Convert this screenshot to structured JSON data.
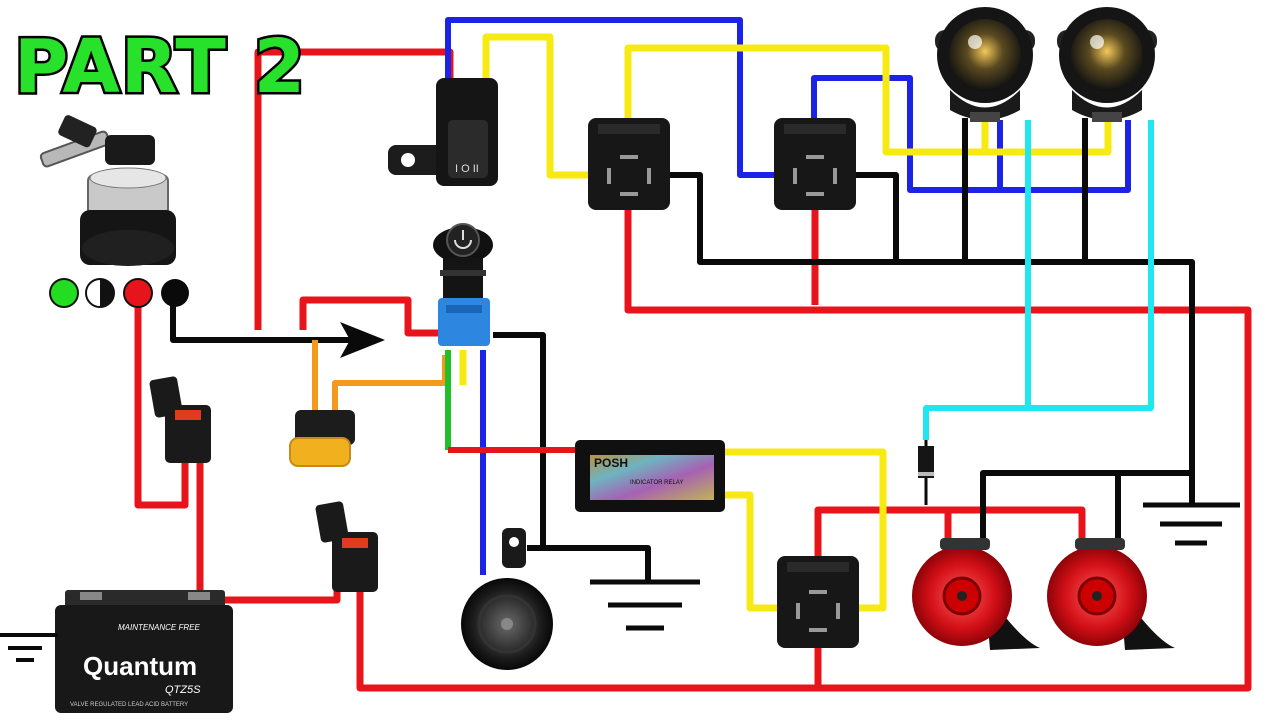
{
  "title": "PART 2",
  "battery": {
    "brand": "Quantum",
    "model": "QTZ5S",
    "subtitle": "MAINTENANCE FREE",
    "fine_print": "VALVE REGULATED LEAD ACID BATTERY"
  },
  "flasher": {
    "brand": "POSH",
    "caption": "INDICATOR RELAY"
  },
  "switch_labels": {
    "rocker": "I O II"
  },
  "wire_colors": {
    "red": "#e8141b",
    "blue": "#1d23e6",
    "yellow": "#f7ea12",
    "black": "#0a0a0a",
    "cyan": "#1fe6ef",
    "orange": "#f39a1e",
    "green": "#20c02a"
  },
  "key_terminals": [
    {
      "name": "terminal-green",
      "color": "#22dd22"
    },
    {
      "name": "terminal-half",
      "color": "#ffffff"
    },
    {
      "name": "terminal-red",
      "color": "#e8141b"
    },
    {
      "name": "terminal-black",
      "color": "#0a0a0a"
    }
  ]
}
